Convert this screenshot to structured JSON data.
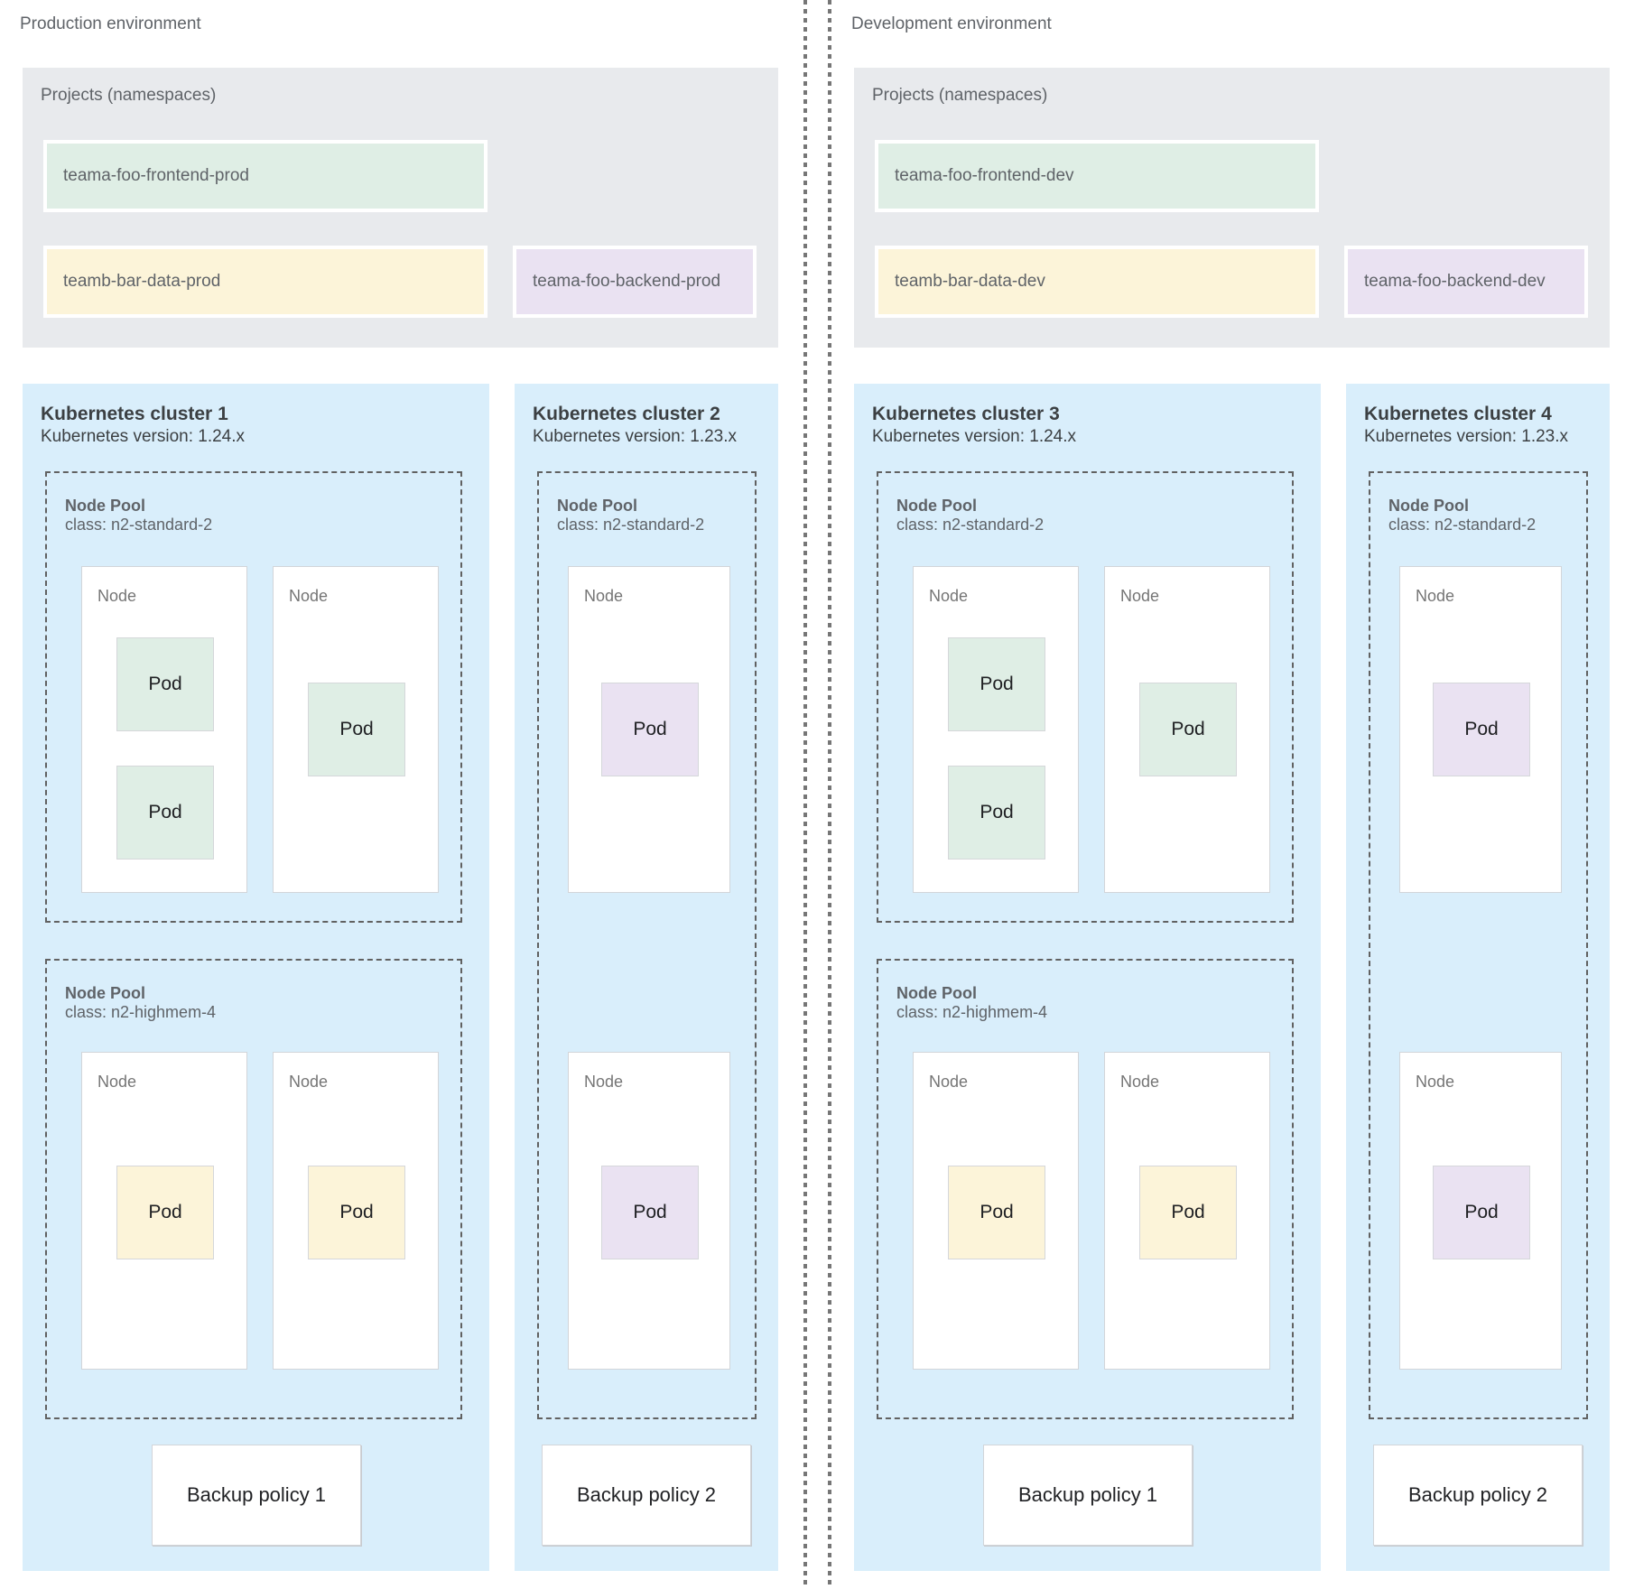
{
  "palette": {
    "cluster_background": "#d9eefb",
    "projects_background": "#e8eaed",
    "namespace_green": "#dfeee5",
    "namespace_yellow": "#fcf4d9",
    "namespace_purple": "#eae2f2",
    "dashed_border": "#616161",
    "text_gray": "#5f6368"
  },
  "environments": [
    {
      "title": "Production environment",
      "projects": {
        "label": "Projects (namespaces)",
        "namespaces": [
          {
            "name": "teama-foo-frontend-prod",
            "color": "green"
          },
          {
            "name": "teamb-bar-data-prod",
            "color": "yellow"
          },
          {
            "name": "teama-foo-backend-prod",
            "color": "purple"
          }
        ]
      },
      "clusters": [
        {
          "title": "Kubernetes cluster 1",
          "version": "Kubernetes version: 1.24.x",
          "backup_policy": "Backup policy 1",
          "pools": [
            {
              "label": "Node Pool",
              "class": "class: n2-standard-2",
              "nodes": [
                {
                  "label": "Node",
                  "pods": [
                    {
                      "label": "Pod",
                      "color": "green"
                    },
                    {
                      "label": "Pod",
                      "color": "green"
                    }
                  ]
                },
                {
                  "label": "Node",
                  "pods": [
                    {
                      "label": "Pod",
                      "color": "green"
                    }
                  ]
                }
              ]
            },
            {
              "label": "Node Pool",
              "class": "class: n2-highmem-4",
              "nodes": [
                {
                  "label": "Node",
                  "pods": [
                    {
                      "label": "Pod",
                      "color": "yellow"
                    }
                  ]
                },
                {
                  "label": "Node",
                  "pods": [
                    {
                      "label": "Pod",
                      "color": "yellow"
                    }
                  ]
                }
              ]
            }
          ]
        },
        {
          "title": "Kubernetes cluster 2",
          "version": "Kubernetes version: 1.23.x",
          "backup_policy": "Backup policy 2",
          "pools": [
            {
              "label": "Node Pool",
              "class": "class: n2-standard-2",
              "nodes": [
                {
                  "label": "Node",
                  "pods": [
                    {
                      "label": "Pod",
                      "color": "purple"
                    }
                  ]
                },
                {
                  "label": "Node",
                  "pods": [
                    {
                      "label": "Pod",
                      "color": "purple"
                    }
                  ]
                }
              ]
            }
          ]
        }
      ]
    },
    {
      "title": "Development environment",
      "projects": {
        "label": "Projects (namespaces)",
        "namespaces": [
          {
            "name": "teama-foo-frontend-dev",
            "color": "green"
          },
          {
            "name": "teamb-bar-data-dev",
            "color": "yellow"
          },
          {
            "name": "teama-foo-backend-dev",
            "color": "purple"
          }
        ]
      },
      "clusters": [
        {
          "title": "Kubernetes cluster 3",
          "version": "Kubernetes version: 1.24.x",
          "backup_policy": "Backup policy 1",
          "pools": [
            {
              "label": "Node Pool",
              "class": "class: n2-standard-2",
              "nodes": [
                {
                  "label": "Node",
                  "pods": [
                    {
                      "label": "Pod",
                      "color": "green"
                    },
                    {
                      "label": "Pod",
                      "color": "green"
                    }
                  ]
                },
                {
                  "label": "Node",
                  "pods": [
                    {
                      "label": "Pod",
                      "color": "green"
                    }
                  ]
                }
              ]
            },
            {
              "label": "Node Pool",
              "class": "class: n2-highmem-4",
              "nodes": [
                {
                  "label": "Node",
                  "pods": [
                    {
                      "label": "Pod",
                      "color": "yellow"
                    }
                  ]
                },
                {
                  "label": "Node",
                  "pods": [
                    {
                      "label": "Pod",
                      "color": "yellow"
                    }
                  ]
                }
              ]
            }
          ]
        },
        {
          "title": "Kubernetes cluster 4",
          "version": "Kubernetes version: 1.23.x",
          "backup_policy": "Backup policy 2",
          "pools": [
            {
              "label": "Node Pool",
              "class": "class: n2-standard-2",
              "nodes": [
                {
                  "label": "Node",
                  "pods": [
                    {
                      "label": "Pod",
                      "color": "purple"
                    }
                  ]
                },
                {
                  "label": "Node",
                  "pods": [
                    {
                      "label": "Pod",
                      "color": "purple"
                    }
                  ]
                }
              ]
            }
          ]
        }
      ]
    }
  ]
}
